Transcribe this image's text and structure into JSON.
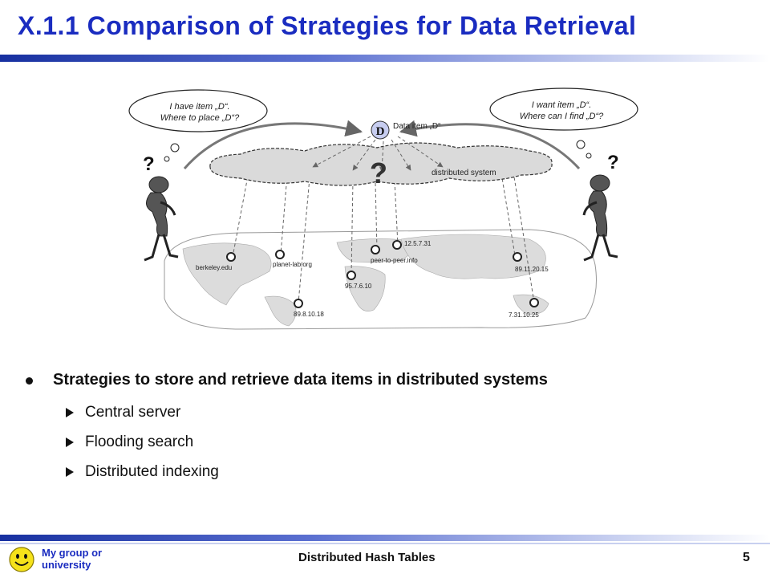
{
  "slide": {
    "title": "X.1.1   Comparison of Strategies for Data Retrieval"
  },
  "diagram": {
    "left_bubble": {
      "line1": "I have item „D“.",
      "line2": "Where to place „D“?"
    },
    "right_bubble": {
      "line1": "I want item „D“.",
      "line2": "Where can I find „D“?"
    },
    "data_item_letter": "D",
    "data_item_label": "Data item „D“",
    "cloud_question": "?",
    "cloud_label": "distributed system",
    "left_person_question": "?",
    "right_person_question": "?",
    "nodes": [
      {
        "label": "berkeley.edu"
      },
      {
        "label": "planet-lab.org"
      },
      {
        "label": "89.8.10.18"
      },
      {
        "label": "95.7.6.10"
      },
      {
        "label": "peer-to-peer.info"
      },
      {
        "label": "12.5.7.31"
      },
      {
        "label": "89.11.20.15"
      },
      {
        "label": "7.31.10.25"
      }
    ]
  },
  "bullets": {
    "main": "Strategies to store and retrieve data items in distributed systems",
    "sub": [
      "Central server",
      "Flooding search",
      "Distributed indexing"
    ]
  },
  "footer": {
    "org_line1": "My group or",
    "org_line2": "university",
    "title": "Distributed Hash Tables",
    "page": "5"
  },
  "colors": {
    "title_blue": "#1a2cc0",
    "bar_blue": "#1730a0"
  }
}
